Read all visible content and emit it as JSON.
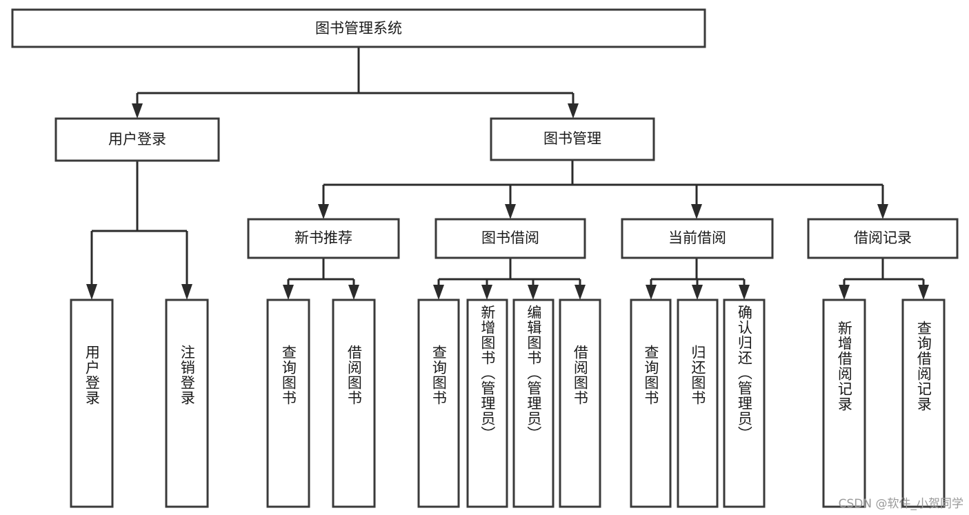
{
  "diagram": {
    "type": "tree-hierarchy",
    "title": "图书管理系统",
    "orientation": "top-down",
    "levels": 4,
    "colors": {
      "box_fill": "#ffffff",
      "box_stroke": "#3a3a3a",
      "connector": "#2b2b2b",
      "text": "#1a1a1a",
      "watermark": "#9a9a9a",
      "background": "#ffffff"
    }
  },
  "root": {
    "label": "图书管理系统"
  },
  "level2": [
    {
      "label": "用户登录"
    },
    {
      "label": "图书管理"
    }
  ],
  "level3": [
    {
      "label": "新书推荐"
    },
    {
      "label": "图书借阅"
    },
    {
      "label": "当前借阅"
    },
    {
      "label": "借阅记录"
    }
  ],
  "leaves": {
    "user_login": [
      {
        "label": "用户登录"
      },
      {
        "label": "注销登录"
      }
    ],
    "new_book_recommend": [
      {
        "label": "查询图书"
      },
      {
        "label": "借阅图书"
      }
    ],
    "book_borrow": [
      {
        "label": "查询图书"
      },
      {
        "label": "新增图书（管理员）"
      },
      {
        "label": "编辑图书（管理员）"
      },
      {
        "label": "借阅图书"
      }
    ],
    "current_borrow": [
      {
        "label": "查询图书"
      },
      {
        "label": "归还图书"
      },
      {
        "label": "确认归还（管理员）"
      }
    ],
    "borrow_record": [
      {
        "label": "新增借阅记录"
      },
      {
        "label": "查询借阅记录"
      }
    ]
  },
  "watermark": {
    "text": "CSDN @软件_小贺同学"
  }
}
